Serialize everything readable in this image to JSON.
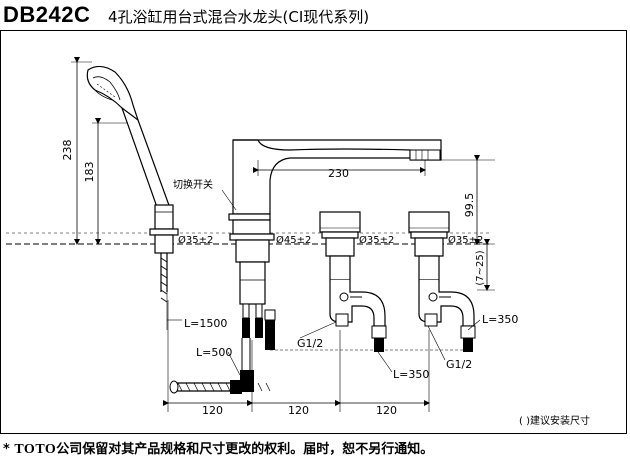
{
  "header": {
    "model": "DB242C",
    "title": "4孔浴缸用台式混合水龙头(CI现代系列)"
  },
  "drawing": {
    "dims": {
      "d238": "238",
      "d183": "183",
      "d230": "230",
      "d99_5": "99.5",
      "d7_25": "(7~25)",
      "d120a": "120",
      "d120b": "120",
      "d120c": "120"
    },
    "diameters": {
      "hand": "Ø35±2",
      "spout": "Ø45±2",
      "valve1": "Ø35±2",
      "valve2": "Ø35±2"
    },
    "labels": {
      "switch": "切换开关",
      "hose": "L=1500",
      "l500": "L=500",
      "l350a": "L=350",
      "l350b": "L=350",
      "g1": "G1/2",
      "g2": "G1/2",
      "note": "(  )建议安装尺寸"
    }
  },
  "footer": {
    "star": "*",
    "brand": "TOTO",
    "text": "公司保留对其产品规格和尺寸更改的权利。届时，恕不另行通知。"
  }
}
